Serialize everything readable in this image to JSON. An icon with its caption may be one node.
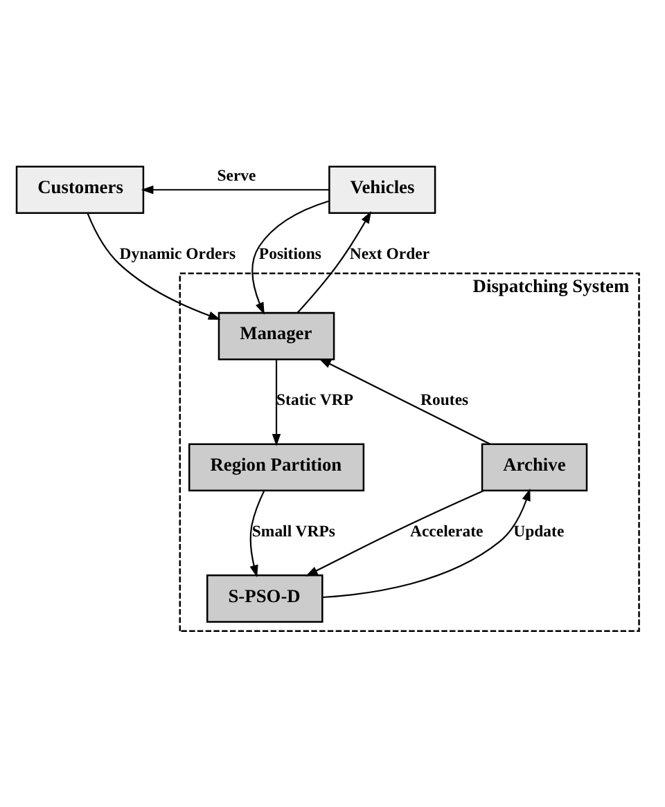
{
  "diagram": {
    "nodes": [
      {
        "text": [
          "Customers"
        ]
      },
      {
        "text": [
          "Vehicles"
        ]
      },
      {
        "text": [
          "Dispatching System"
        ]
      },
      {
        "text": [
          "Manager"
        ],
        "in": 2
      },
      {
        "text": [
          "Archive"
        ],
        "in": 2
      },
      {
        "text": [
          "Region Partition"
        ],
        "in": 2
      },
      {
        "text": [
          "S-PSO-D"
        ],
        "in": 2
      }
    ],
    "edges": [
      {
        "from": 1,
        "to": 0,
        "arrow": "to",
        "label": "Serve"
      },
      {
        "from": 0,
        "to": 3,
        "arrow": "to",
        "label": "Dynamic Orders"
      },
      {
        "from": 3,
        "to": 1,
        "arrow": "to",
        "label": "Next Order"
      },
      {
        "from": 1,
        "to": 3,
        "arrow": "to",
        "label": "Positions"
      },
      {
        "from": 3,
        "to": 5,
        "arrow": "to",
        "label": "Static VRP"
      },
      {
        "from": 5,
        "to": 6,
        "arrow": "to",
        "label": "Small VRPs"
      },
      {
        "from": 6,
        "to": 4,
        "arrow": "to",
        "label": "Update"
      },
      {
        "from": 4,
        "to": 6,
        "arrow": "to",
        "label": "Accelerate"
      },
      {
        "from": 4,
        "to": 3,
        "arrow": "to",
        "label": "Routes"
      }
    ]
  }
}
